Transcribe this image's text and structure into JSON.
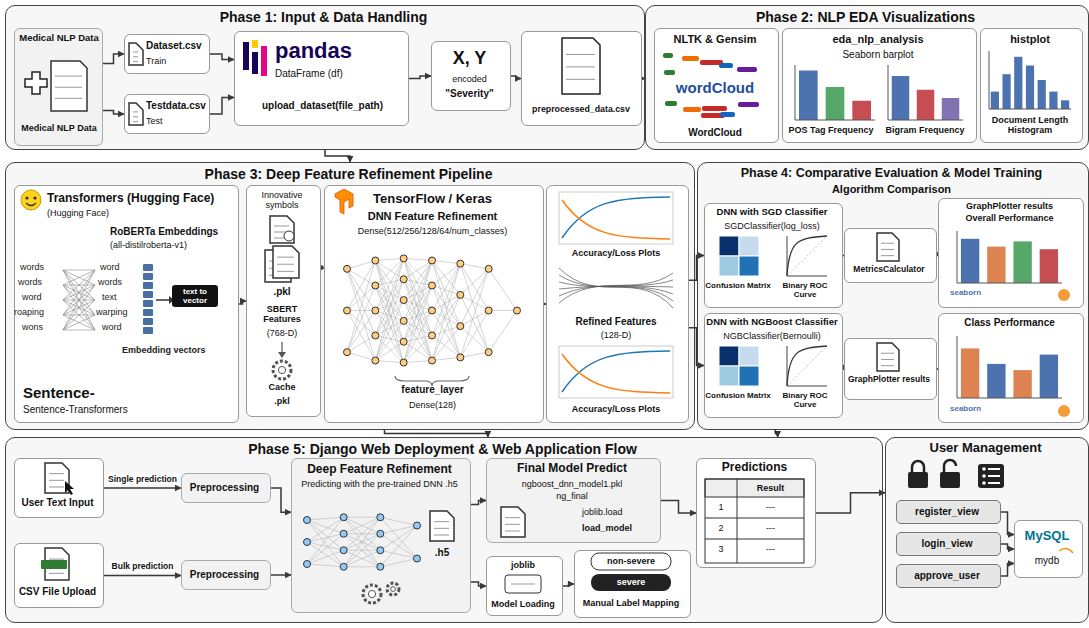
{
  "diagram": {
    "nodes": [
      {
        "text": [
          "Phase 1: Input & Data Handling"
        ]
      },
      {
        "text": [
          "Medical NLP Data",
          "Medical NLP Data"
        ],
        "in": 0
      },
      {
        "text": [
          "Dataset.csv",
          "Train"
        ],
        "in": 0
      },
      {
        "text": [
          "Testdata.csv",
          "Test"
        ],
        "in": 0
      },
      {
        "text": [
          "pandas",
          "DataFrame (df)",
          "upload_dataset(file_path)"
        ],
        "in": 0
      },
      {
        "text": [
          "X, Y",
          "encoded",
          "\"Severity\""
        ],
        "in": 0
      },
      {
        "text": [
          "preprocessed_data.csv"
        ],
        "in": 0
      },
      {
        "text": [
          "Phase 2: NLP EDA Visualizations"
        ]
      },
      {
        "text": [
          "NLTK & Gensim",
          "wordCloud",
          "WordCloud"
        ],
        "in": 7
      },
      {
        "text": [
          "eda_nlp_analysis",
          "Seaborn barplot",
          "POS Tag Frequency",
          "Bigram Frequency"
        ],
        "in": 7
      },
      {
        "text": [
          "histplot",
          "Document Length Histogram"
        ],
        "in": 7
      },
      {
        "text": [
          "Phase 3: Deep Feature Refinement Pipeline"
        ]
      },
      {
        "text": [
          "Transformers (Hugging Face)",
          "(Hugging Face)",
          "RoBERTa Embeddings",
          "(all-distilroberta-v1)",
          "Sentence-",
          "Sentence-Transformers"
        ],
        "in": 11
      },
      {
        "text": [
          "Innovative symbols",
          ".pkl",
          "SBERT Features",
          "(768-D)",
          "Cache",
          ".pkl"
        ],
        "in": 11
      },
      {
        "text": [
          "TensorFlow / Keras",
          "DNN Feature Refinement",
          "Dense(512/256/128/64/num_classes)",
          "feature_layer",
          "Dense(128)"
        ],
        "in": 11
      },
      {
        "text": [
          "Accuracy/Loss Plots",
          "Refined Features",
          "(128-D)",
          "Accuracy/Loss Plots"
        ],
        "in": 11
      },
      {
        "text": [
          "Phase 4: Comparative Evaluation & Model Training",
          "Algorithm Comparison"
        ]
      },
      {
        "text": [
          "DNN with SGD Classifier",
          "SGDClassifier(log_loss)",
          "Confusion Matrix",
          "Binary ROC Curve"
        ],
        "in": 16
      },
      {
        "text": [
          "MetricsCalculator"
        ],
        "in": 16
      },
      {
        "text": [
          "GraphPlotter results",
          "Overall Performance"
        ],
        "in": 16
      },
      {
        "text": [
          "DNN with NGBoost Classifier",
          "NGBClassifier(Bernoulli)",
          "Confusion Matrix",
          "Binary ROC Curve"
        ],
        "in": 16
      },
      {
        "text": [
          "GraphPlotter results"
        ],
        "in": 16
      },
      {
        "text": [
          "Class Performance"
        ],
        "in": 16
      },
      {
        "text": [
          "Phase 5: Django Web Deployment & Web Application Flow"
        ]
      },
      {
        "text": [
          "User Text Input"
        ],
        "in": 23
      },
      {
        "text": [
          "Preprocessing"
        ],
        "in": 23
      },
      {
        "text": [
          "CSV File Upload"
        ],
        "in": 23
      },
      {
        "text": [
          "Preprocessing"
        ],
        "in": 23
      },
      {
        "text": [
          "Deep Feature Refinement",
          "Predicting with the pre-trained DNN .h5",
          ".h5"
        ],
        "in": 23
      },
      {
        "text": [
          "Final Model Predict",
          "ngboost_dnn_model1.pkl",
          "ng_final",
          "joblib.load",
          "load_model"
        ],
        "in": 23
      },
      {
        "text": [
          "joblib",
          "Model Loading"
        ],
        "in": 23
      },
      {
        "text": [
          "non-severe",
          "severe",
          "Manual Label Mapping"
        ],
        "in": 23
      },
      {
        "text": [
          "Predictions",
          "Result",
          "1",
          "---",
          "2",
          "---",
          "3",
          "---"
        ],
        "in": 23
      },
      {
        "text": [
          "User Management"
        ]
      },
      {
        "text": [
          "register_view"
        ],
        "in": 33
      },
      {
        "text": [
          "login_view"
        ],
        "in": 33
      },
      {
        "text": [
          "approve_user"
        ],
        "in": 33
      },
      {
        "text": [
          "MySQL",
          "mydb"
        ],
        "in": 33
      }
    ],
    "edges": [
      {
        "from": 1,
        "to": 2,
        "arrow": "to"
      },
      {
        "from": 1,
        "to": 3,
        "arrow": "to"
      },
      {
        "from": 2,
        "to": 4,
        "arrow": "to"
      },
      {
        "from": 3,
        "to": 4,
        "arrow": "to"
      },
      {
        "from": 4,
        "to": 5,
        "arrow": "to"
      },
      {
        "from": 5,
        "to": 6,
        "arrow": "to"
      },
      {
        "from": 6,
        "to": 7,
        "arrow": "to"
      },
      {
        "from": 0,
        "to": 11,
        "arrow": "to"
      },
      {
        "from": 12,
        "to": 13,
        "arrow": "to"
      },
      {
        "from": 13,
        "to": 14,
        "arrow": "to"
      },
      {
        "from": 14,
        "to": 15,
        "arrow": "to"
      },
      {
        "from": 15,
        "to": 17,
        "arrow": "to"
      },
      {
        "from": 15,
        "to": 20,
        "arrow": "to"
      },
      {
        "from": 17,
        "to": 18,
        "arrow": "to"
      },
      {
        "from": 18,
        "to": 19,
        "arrow": "to"
      },
      {
        "from": 20,
        "to": 21,
        "arrow": "to"
      },
      {
        "from": 21,
        "to": 22,
        "arrow": "to"
      },
      {
        "from": 11,
        "to": 23,
        "arrow": "to"
      },
      {
        "from": 16,
        "to": 23,
        "arrow": "to"
      },
      {
        "from": 24,
        "to": 25,
        "label": "Single prediction",
        "arrow": "to"
      },
      {
        "from": 26,
        "to": 27,
        "label": "Bulk prediction",
        "arrow": "to"
      },
      {
        "from": 25,
        "to": 28,
        "arrow": "to"
      },
      {
        "from": 27,
        "to": 28,
        "arrow": "to"
      },
      {
        "from": 28,
        "to": 29,
        "arrow": "to"
      },
      {
        "from": 28,
        "to": 30,
        "arrow": "to"
      },
      {
        "from": 30,
        "to": 31,
        "arrow": "to"
      },
      {
        "from": 29,
        "to": 32,
        "arrow": "to"
      },
      {
        "from": 32,
        "to": 33,
        "arrow": "to"
      },
      {
        "from": 34,
        "to": 37,
        "arrow": "to"
      },
      {
        "from": 35,
        "to": 37,
        "arrow": "to"
      },
      {
        "from": 36,
        "to": 37,
        "arrow": "to"
      }
    ],
    "labels": [
      "words",
      "words",
      "word",
      "roaping",
      "wons",
      "word",
      "words",
      "text",
      "warping",
      "word",
      "Embedding vectors",
      "text to vector",
      "seaborn",
      "seaborn"
    ]
  }
}
